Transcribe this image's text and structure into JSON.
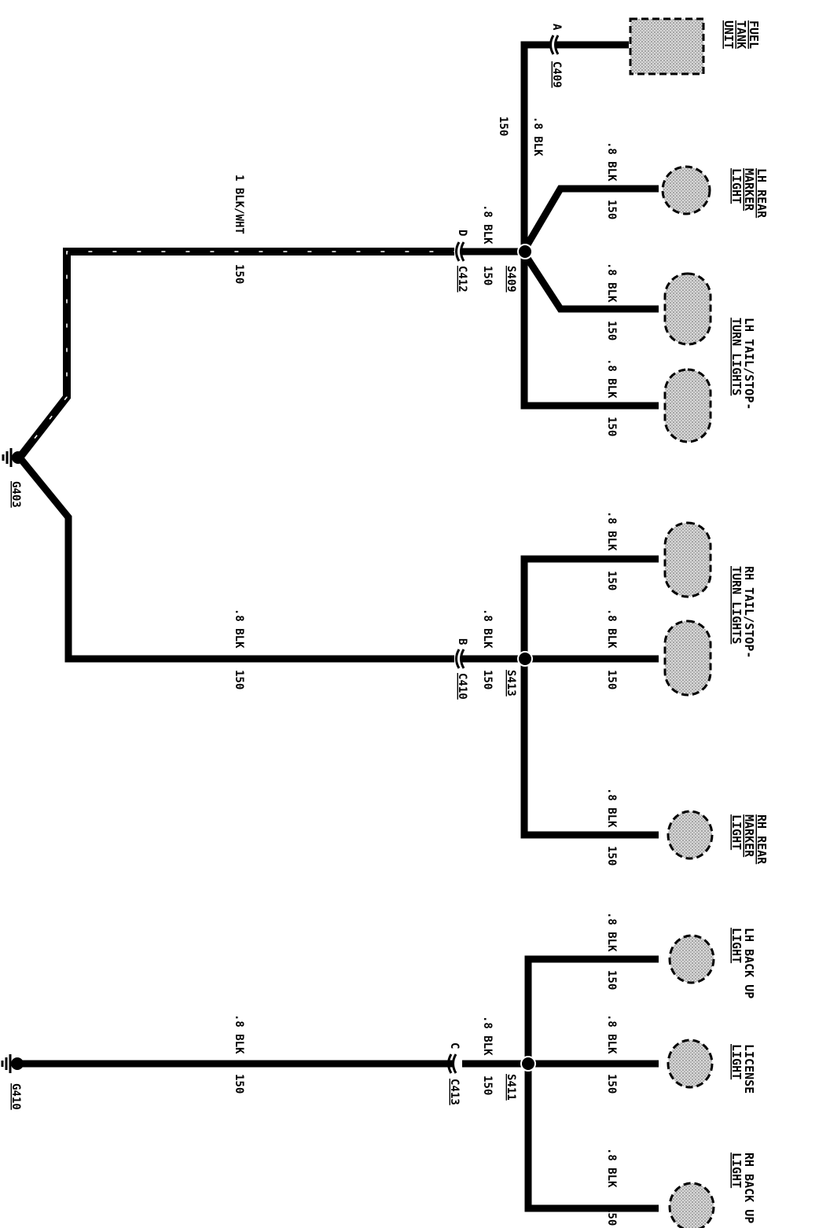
{
  "components": {
    "fuel_tank_unit": [
      "FUEL",
      "TANK",
      "UNIT"
    ],
    "lh_rear_marker_light": [
      "LH REAR",
      "MARKER",
      "LIGHT"
    ],
    "lh_tail_stop_turn_lights": [
      "LH TAIL/STOP-",
      "TURN LIGHTS"
    ],
    "rh_tail_stop_turn_lights": [
      "RH TAIL/STOP-",
      "TURN LIGHTS"
    ],
    "rh_rear_marker_light": [
      "RH REAR",
      "MARKER",
      "LIGHT"
    ],
    "lh_back_up_light": [
      "LH BACK UP",
      "LIGHT"
    ],
    "license_light": [
      "LICENSE",
      "LIGHT"
    ],
    "rh_back_up_light": [
      "RH BACK UP",
      "LIGHT"
    ]
  },
  "connectors": {
    "c409": {
      "id": "C409",
      "pin": "A"
    },
    "c412": {
      "id": "C412",
      "pin": "D"
    },
    "c410": {
      "id": "C410",
      "pin": "B"
    },
    "c413": {
      "id": "C413",
      "pin": "C"
    }
  },
  "splices": {
    "s409": "S409",
    "s413": "S413",
    "s411": "S411"
  },
  "grounds": {
    "g403": "G403",
    "g410": "G410"
  },
  "wires": {
    "gauge_color": ".8 BLK",
    "gauge_color_main": "1 BLK/WHT",
    "circuit": "150"
  }
}
